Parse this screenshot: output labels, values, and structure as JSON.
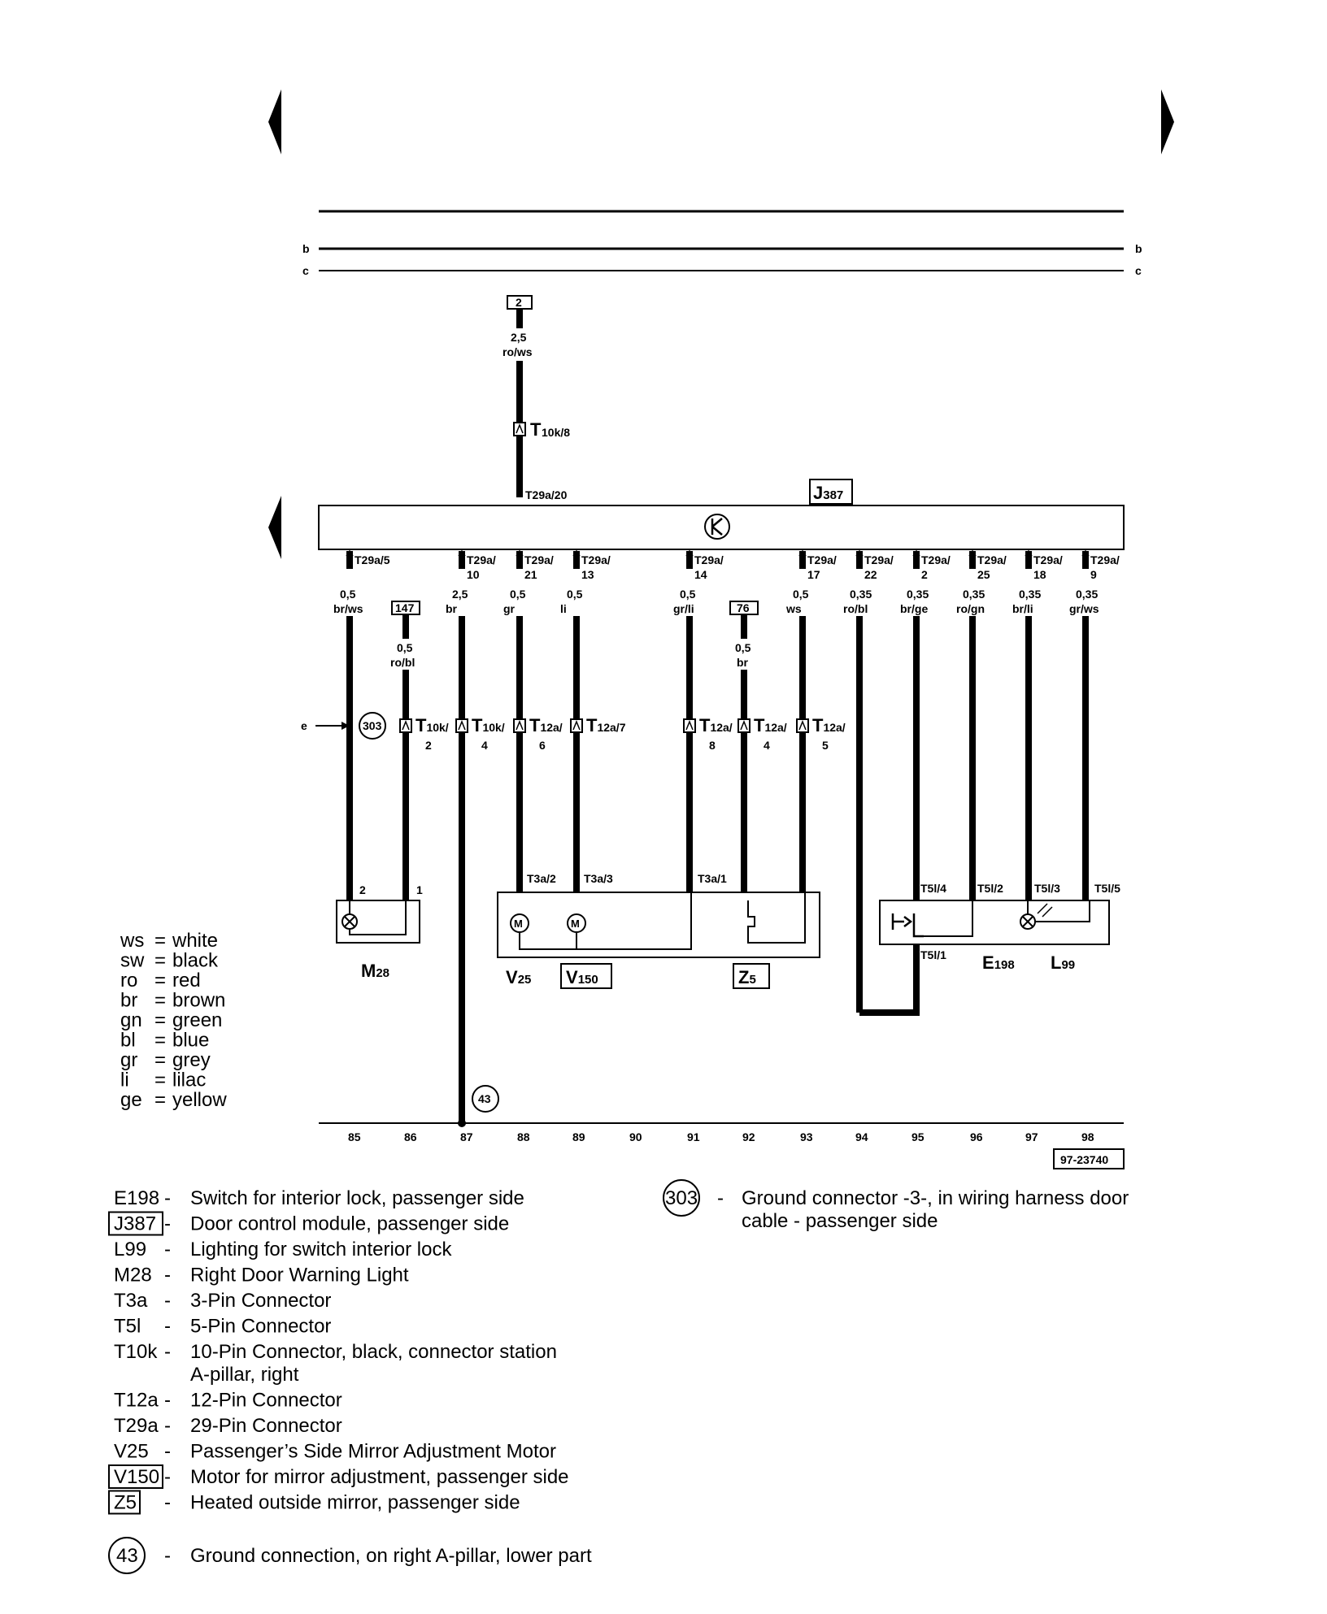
{
  "rails": {
    "b": "b",
    "c": "c",
    "e": "e"
  },
  "fuse_2": {
    "label": "2",
    "gauge": "2,5",
    "color": "ro/ws",
    "conn": "T",
    "conn_sub": "10k/8",
    "pin": "T29a/20"
  },
  "module": {
    "label": "J",
    "label_sub": "387"
  },
  "top_pins": [
    {
      "pin": "T29a/5",
      "gauge": "0,5",
      "color": "br/ws"
    },
    {
      "pin": "T29a/",
      "pin2": "10",
      "gauge": "2,5",
      "color": "br"
    },
    {
      "pin": "T29a/",
      "pin2": "21",
      "gauge": "0,5",
      "color": "gr"
    },
    {
      "pin": "T29a/",
      "pin2": "13",
      "gauge": "0,5",
      "color": "li"
    },
    {
      "pin": "T29a/",
      "pin2": "14",
      "gauge": "0,5",
      "color": "gr/li"
    },
    {
      "pin": "T29a/",
      "pin2": "17",
      "gauge": "0,5",
      "color": "ws"
    },
    {
      "pin": "T29a/",
      "pin2": "22",
      "gauge": "0,35",
      "color": "ro/bl"
    },
    {
      "pin": "T29a/",
      "pin2": "2",
      "gauge": "0,35",
      "color": "br/ge"
    },
    {
      "pin": "T29a/",
      "pin2": "25",
      "gauge": "0,35",
      "color": "ro/gn"
    },
    {
      "pin": "T29a/",
      "pin2": "18",
      "gauge": "0,35",
      "color": "br/li"
    },
    {
      "pin": "T29a/",
      "pin2": "9",
      "gauge": "0,35",
      "color": "gr/ws"
    }
  ],
  "fuse_147": {
    "label": "147",
    "gauge": "0,5",
    "color": "ro/bl"
  },
  "fuse_76": {
    "label": "76",
    "gauge": "0,5",
    "color": "br"
  },
  "mid_connectors": [
    {
      "name": "T",
      "sub": "10k/",
      "num": "2"
    },
    {
      "name": "T",
      "sub": "10k/",
      "num": "4"
    },
    {
      "name": "T",
      "sub": "12a/",
      "num": "6"
    },
    {
      "name": "T",
      "sub": "12a/7",
      "num": ""
    },
    {
      "name": "T",
      "sub": "12a/",
      "num": "8"
    },
    {
      "name": "T",
      "sub": "12a/",
      "num": "4"
    },
    {
      "name": "T",
      "sub": "12a/",
      "num": "5"
    }
  ],
  "ground_303": "303",
  "ground_43": "43",
  "lower_pins": {
    "m28_2": "2",
    "m28_1": "1",
    "t3a2": "T3a/2",
    "t3a3": "T3a/3",
    "t3a1": "T3a/1",
    "t5l4": "T5l/4",
    "t5l2": "T5l/2",
    "t5l3": "T5l/3",
    "t5l5": "T5l/5",
    "t5l1": "T5l/1"
  },
  "components": {
    "m28": {
      "a": "M",
      "b": "28"
    },
    "v25": {
      "a": "V",
      "b": "25"
    },
    "v150": {
      "a": "V",
      "b": "150"
    },
    "z5": {
      "a": "Z",
      "b": "5"
    },
    "e198": {
      "a": "E",
      "b": "198"
    },
    "l99": {
      "a": "L",
      "b": "99"
    },
    "motor": "M"
  },
  "tracks": [
    "85",
    "86",
    "87",
    "88",
    "89",
    "90",
    "91",
    "92",
    "93",
    "94",
    "95",
    "96",
    "97",
    "98"
  ],
  "ref_number": "97-23740",
  "color_legend": [
    {
      "abbr": "ws",
      "name": "white"
    },
    {
      "abbr": "sw",
      "name": "black"
    },
    {
      "abbr": "ro",
      "name": "red"
    },
    {
      "abbr": "br",
      "name": "brown"
    },
    {
      "abbr": "gn",
      "name": "green"
    },
    {
      "abbr": "bl",
      "name": "blue"
    },
    {
      "abbr": "gr",
      "name": "grey"
    },
    {
      "abbr": "li",
      "name": "lilac"
    },
    {
      "abbr": "ge",
      "name": "yellow"
    }
  ],
  "parts_legend": [
    {
      "code": "E198",
      "boxed": false,
      "desc": "Switch for interior lock, passenger side"
    },
    {
      "code": "J387",
      "boxed": true,
      "desc": "Door control module, passenger side"
    },
    {
      "code": "L99",
      "boxed": false,
      "desc": "Lighting for switch interior lock"
    },
    {
      "code": "M28",
      "boxed": false,
      "desc": "Right Door Warning Light"
    },
    {
      "code": "T3a",
      "boxed": false,
      "desc": "3-Pin Connector"
    },
    {
      "code": "T5l",
      "boxed": false,
      "desc": "5-Pin Connector"
    },
    {
      "code": "T10k",
      "boxed": false,
      "desc": "10-Pin Connector, black, connector station",
      "desc2": "A-pillar, right"
    },
    {
      "code": "T12a",
      "boxed": false,
      "desc": "12-Pin Connector"
    },
    {
      "code": "T29a",
      "boxed": false,
      "desc": "29-Pin Connector"
    },
    {
      "code": "V25",
      "boxed": false,
      "desc": "Passenger’s Side Mirror Adjustment Motor"
    },
    {
      "code": "V150",
      "boxed": true,
      "desc": "Motor for mirror adjustment, passenger side"
    },
    {
      "code": "Z5",
      "boxed": true,
      "desc": "Heated outside mirror, passenger side"
    }
  ],
  "ground_legend": [
    {
      "code": "43",
      "desc": "Ground connection, on right A-pillar, lower part"
    },
    {
      "code": "303",
      "desc": "Ground connector -3-, in wiring harness door",
      "desc2": "cable - passenger side"
    }
  ],
  "dash": "-"
}
